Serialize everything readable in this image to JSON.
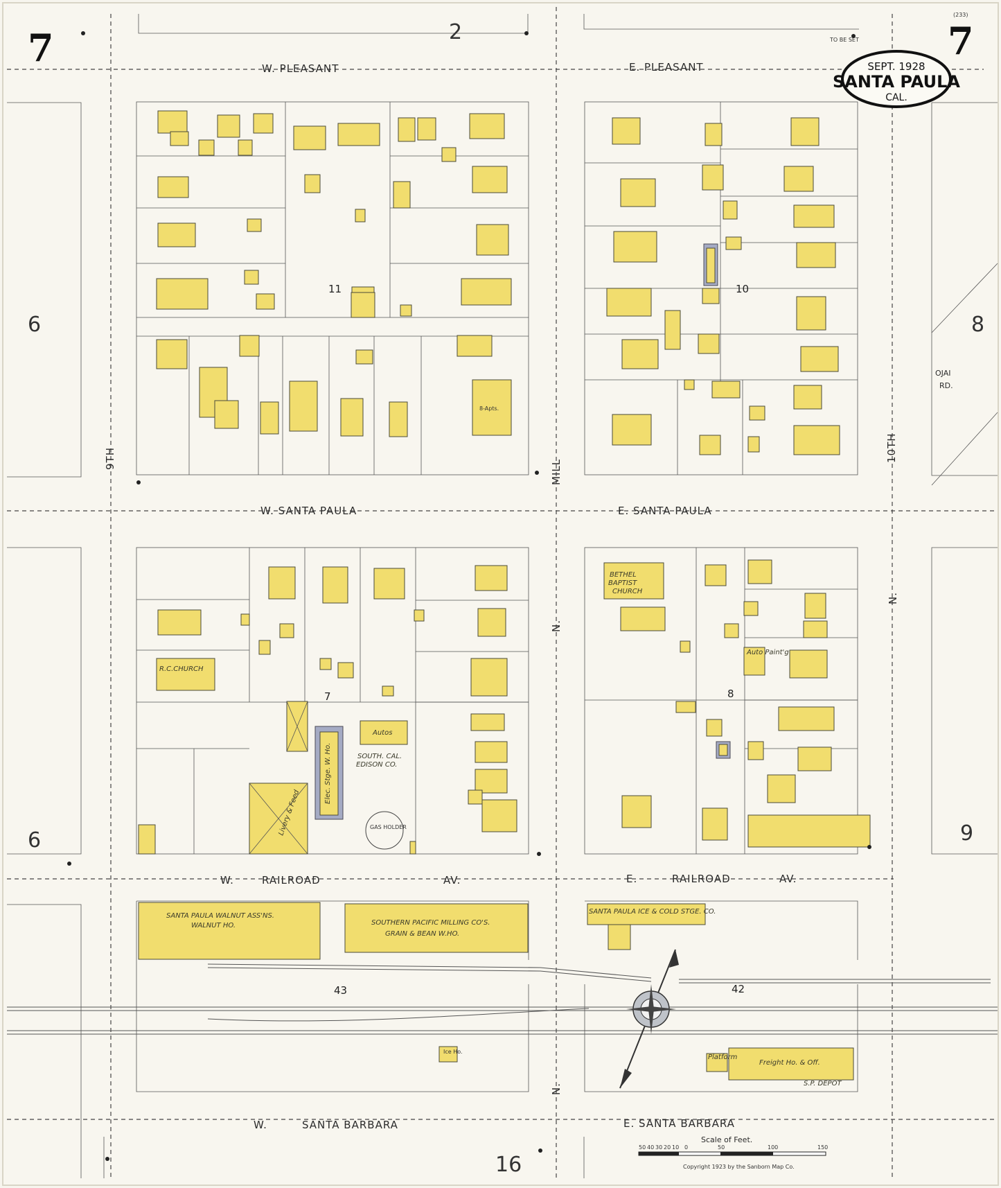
{
  "sheet": {
    "number_left": "7",
    "number_right": "7",
    "page_code": "(233)",
    "title_date": "SEPT. 1928",
    "title_city": "SANTA PAULA",
    "title_state": "CAL.",
    "adjacent_top": "2",
    "adjacent_left_upper": "6",
    "adjacent_left_lower": "6",
    "adjacent_right_upper": "8",
    "adjacent_right_lower": "9",
    "adjacent_bottom": "16",
    "to_be_set": "TO BE SET"
  },
  "streets": {
    "w_pleasant": "W.   PLEASANT",
    "e_pleasant": "E.   PLEASANT",
    "w_santa_paula": "W.  SANTA  PAULA",
    "e_santa_paula": "E.  SANTA  PAULA",
    "w_railroad": "W.",
    "railroad": "RAILROAD",
    "av": "AV.",
    "e_railroad": "E.",
    "e_railroad_name": "RAILROAD",
    "e_av": "AV.",
    "w_santa_barbara": "W.",
    "santa_barbara": "SANTA   BARBARA",
    "e_santa_barbara": "E.     SANTA  BARBARA",
    "mill": "MILL",
    "ninth": "9TH",
    "tenth": "10TH",
    "n1": "N.",
    "n2": "N.",
    "n3": "N.",
    "ojai": "OJAI",
    "rd": "RD."
  },
  "blocks": {
    "b11": "11",
    "b10": "10",
    "b7": "7",
    "b8": "8",
    "b43": "43",
    "b42": "42"
  },
  "labels": {
    "church_bethel": "BETHEL",
    "church_baptist": "BAPTIST",
    "church_church": "CHURCH",
    "rc_church": "R.C.CHURCH",
    "autos": "Autos",
    "edison_1": "SOUTH. CAL.",
    "edison_2": "EDISON CO.",
    "gas_holder": "GAS HOLDER",
    "auto_paint": "Auto Paint'g",
    "livery": "Livery & Feed",
    "walnut_1": "SANTA PAULA WALNUT ASS'NS.",
    "walnut_2": "WALNUT HO.",
    "milling_1": "SOUTHERN PACIFIC MILLING CO'S.",
    "milling_2": "GRAIN & BEAN W.HO.",
    "ice": "SANTA PAULA ICE & COLD STGE. CO.",
    "freight": "Freight Ho. & Off.",
    "platform": "Platform",
    "depot": "S.P. DEPOT",
    "ice_ho": "Ice Ho.",
    "eight_apts": "8-Apts.",
    "elec_stge": "Elec. Stge. W. Ho."
  },
  "scale": {
    "title": "Scale of Feet.",
    "ticks": [
      "50",
      "40",
      "30",
      "20",
      "10",
      "0",
      "50",
      "100",
      "150"
    ]
  },
  "copyright": "Copyright 1923 by the Sanborn Map Co."
}
